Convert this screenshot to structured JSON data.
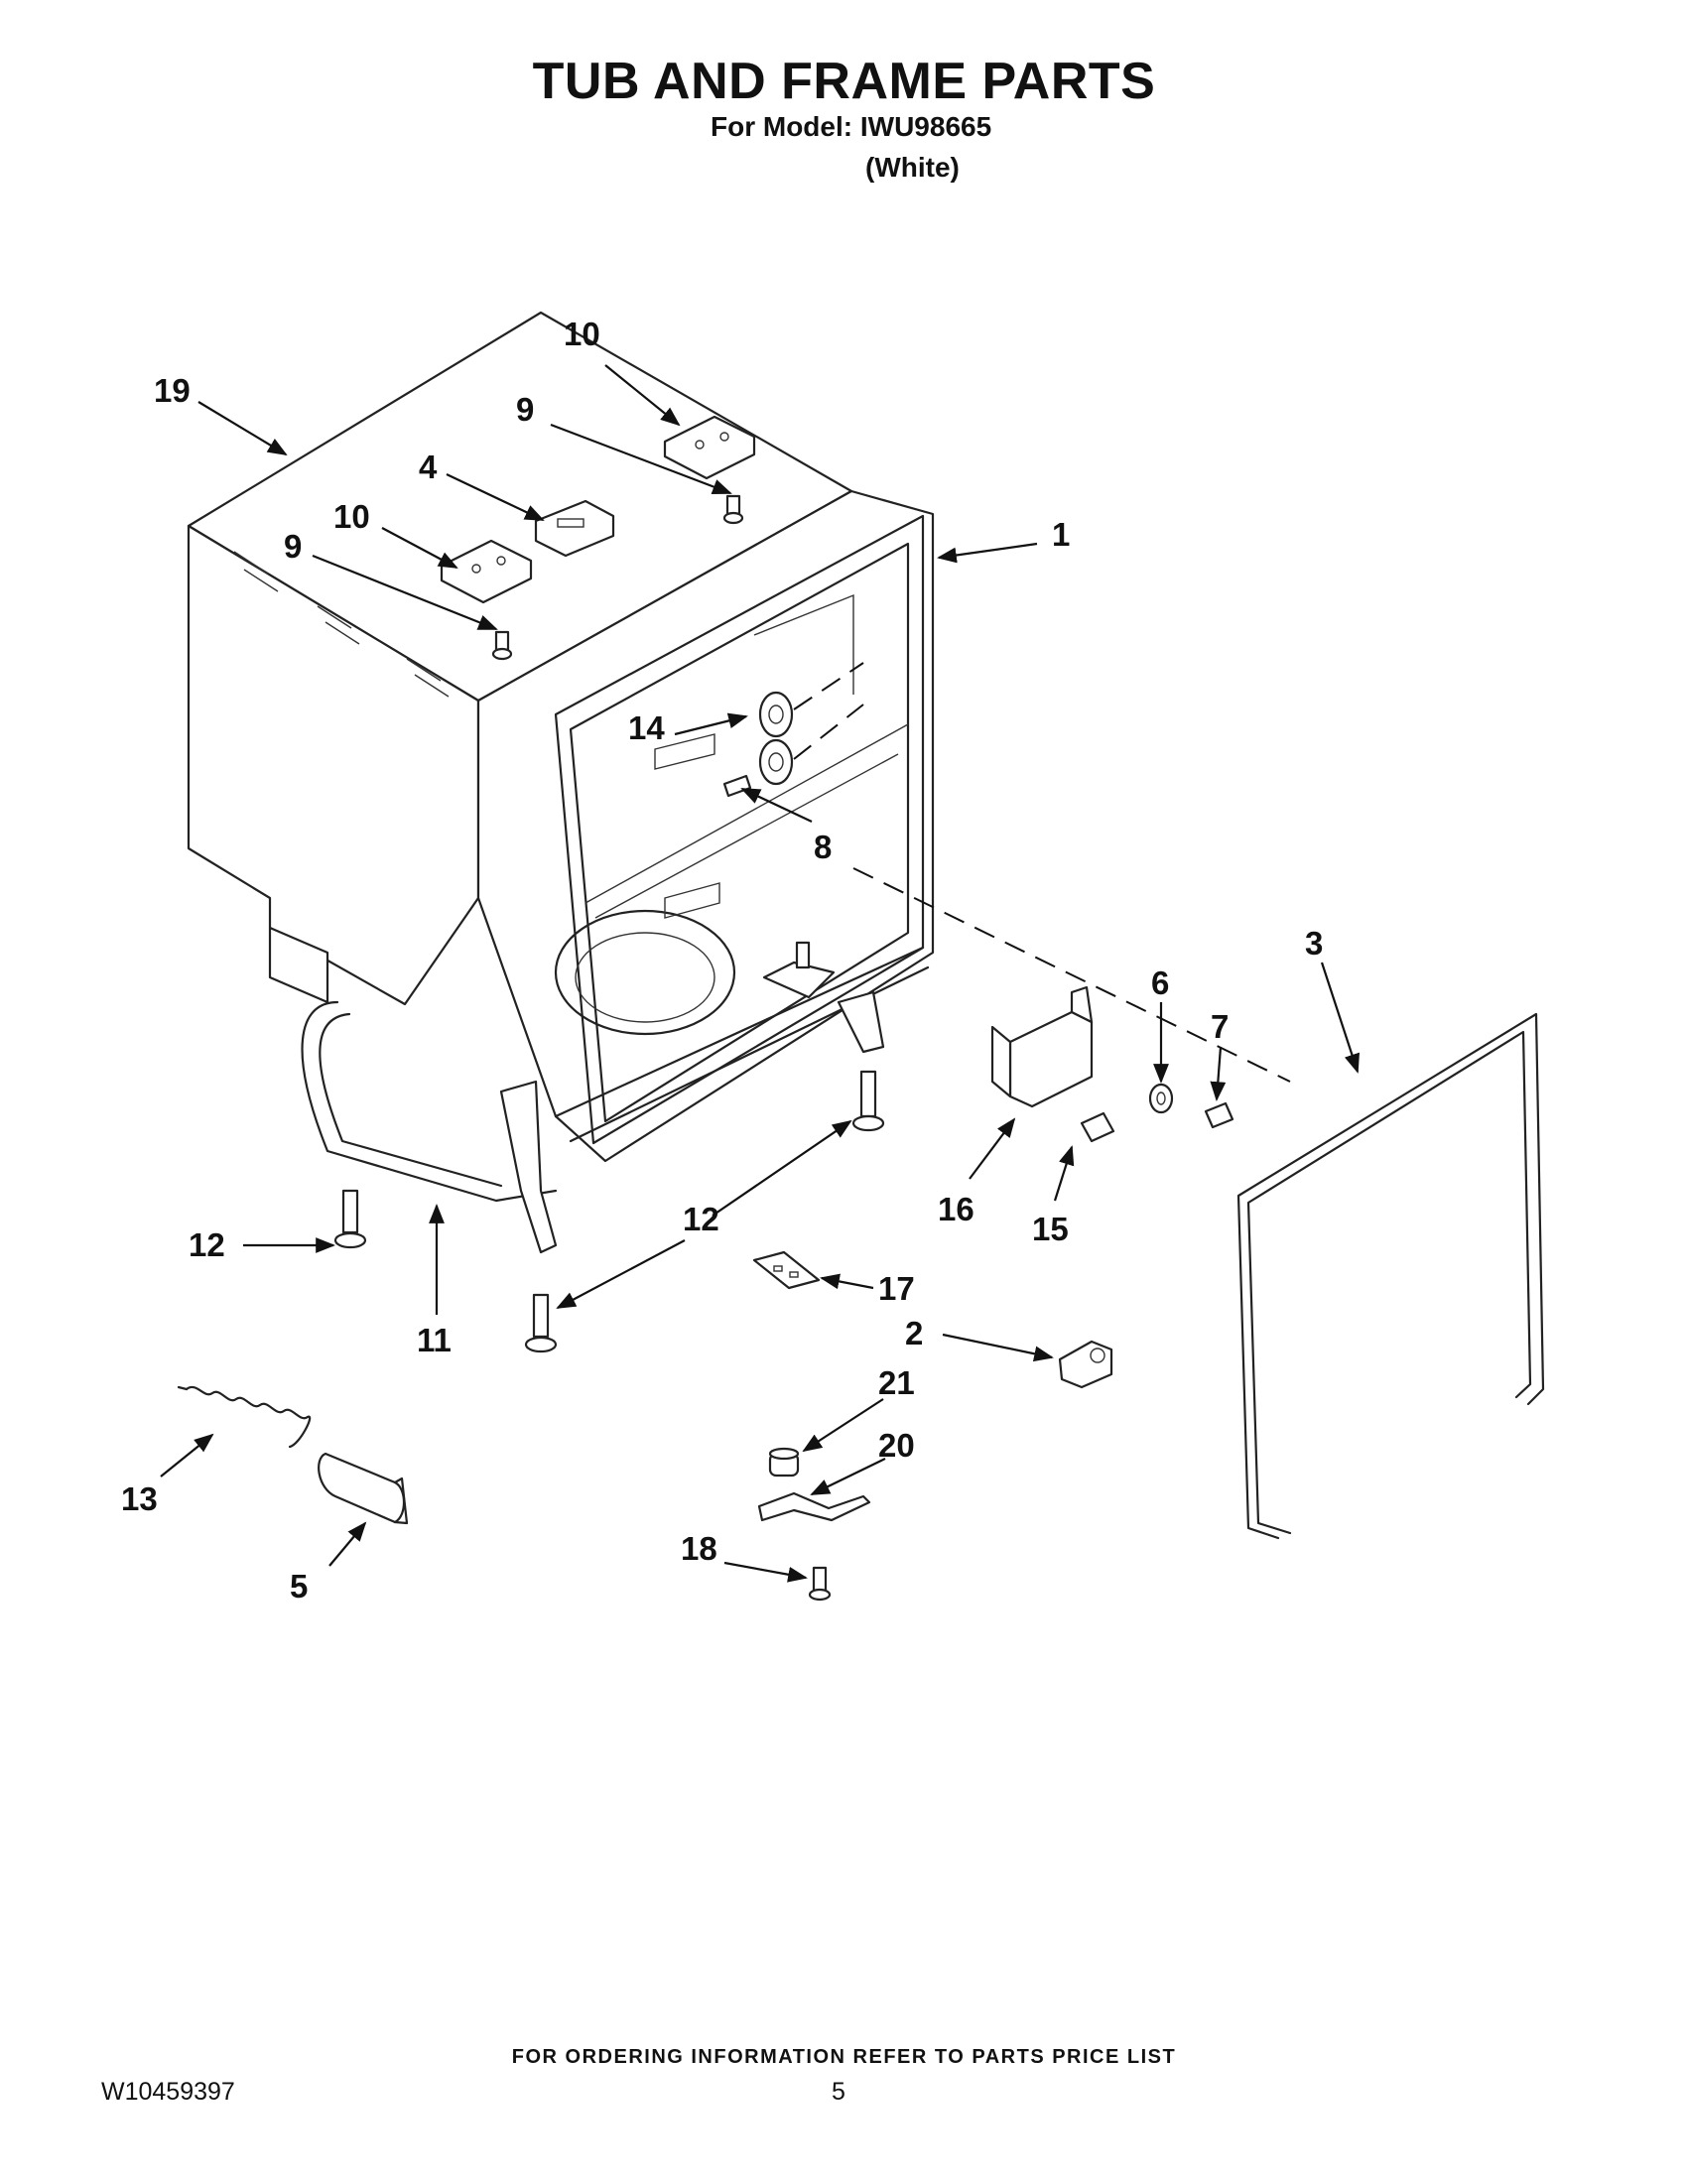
{
  "header": {
    "title": "TUB AND FRAME PARTS",
    "model_line": "For Model: IWU98665",
    "variant": "(White)"
  },
  "footer": {
    "ordering_note": "FOR ORDERING INFORMATION REFER TO PARTS PRICE LIST",
    "document_number": "W10459397",
    "page_number": "5"
  },
  "callouts": {
    "c19": "19",
    "c10a": "10",
    "c9a": "9",
    "c4": "4",
    "c10b": "10",
    "c9b": "9",
    "c1": "1",
    "c14": "14",
    "c8": "8",
    "c3": "3",
    "c6": "6",
    "c7": "7",
    "c16": "16",
    "c15": "15",
    "c12a": "12",
    "c12b": "12",
    "c11": "11",
    "c17": "17",
    "c2": "2",
    "c21": "21",
    "c20": "20",
    "c13": "13",
    "c18": "18",
    "c5": "5"
  }
}
